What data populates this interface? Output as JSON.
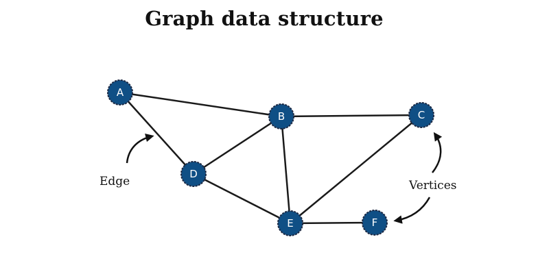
{
  "title": "Graph data structure",
  "colors": {
    "node_fill": "#0f4f85",
    "node_stroke": "#1e2a44",
    "edge": "#1a1a1a",
    "text": "#111111"
  },
  "nodes": [
    {
      "id": "A",
      "label": "A"
    },
    {
      "id": "B",
      "label": "B"
    },
    {
      "id": "C",
      "label": "C"
    },
    {
      "id": "D",
      "label": "D"
    },
    {
      "id": "E",
      "label": "E"
    },
    {
      "id": "F",
      "label": "F"
    }
  ],
  "edges": [
    [
      "A",
      "B"
    ],
    [
      "A",
      "D"
    ],
    [
      "B",
      "C"
    ],
    [
      "B",
      "D"
    ],
    [
      "B",
      "E"
    ],
    [
      "C",
      "E"
    ],
    [
      "D",
      "E"
    ],
    [
      "E",
      "F"
    ]
  ],
  "annotations": {
    "edge_label": "Edge",
    "vertices_label": "Vertices"
  }
}
